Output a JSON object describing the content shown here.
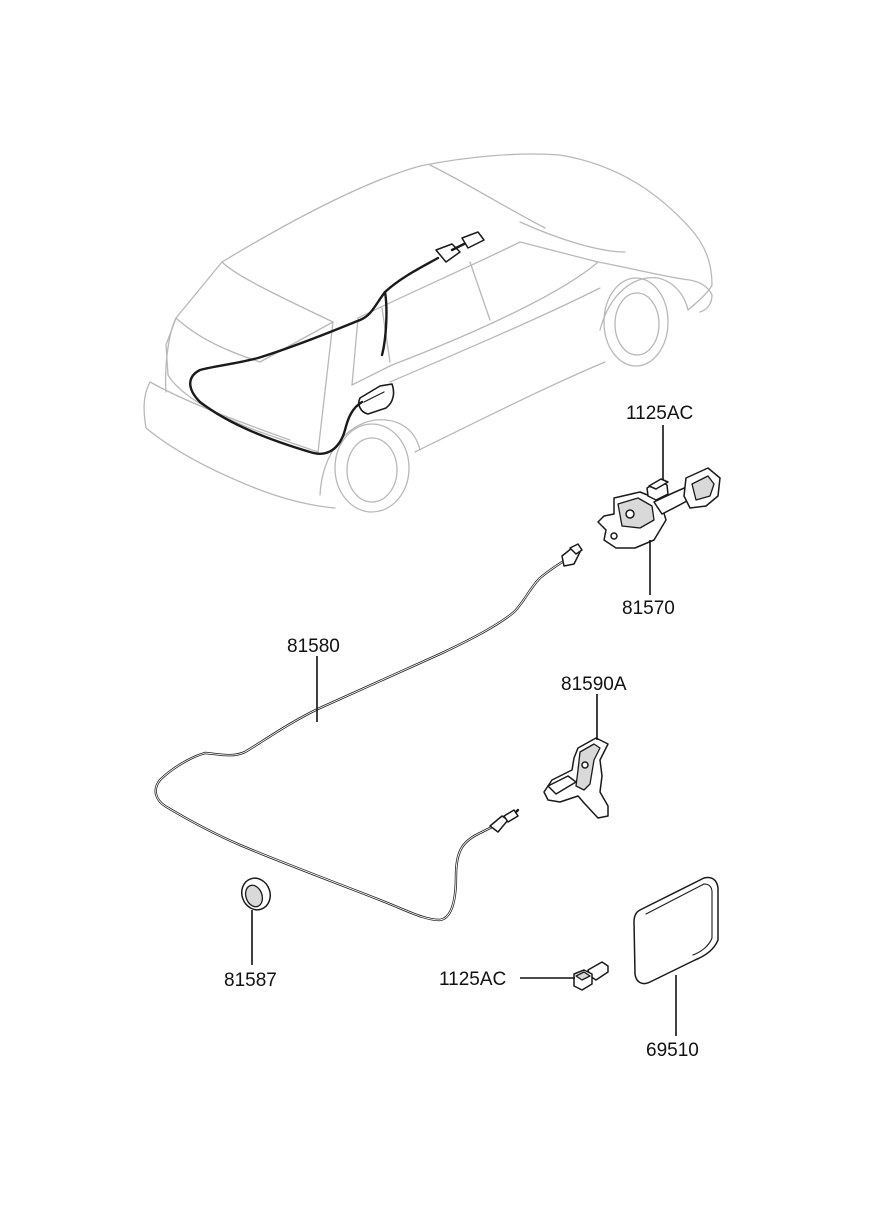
{
  "diagram": {
    "part_labels": {
      "bolt_top": "1125AC",
      "fuel_filler_lock": "81570",
      "release_cable": "81580",
      "bracket": "81590A",
      "clip": "81587",
      "bolt_bottom": "1125AC",
      "fuel_filler_door": "69510"
    }
  }
}
